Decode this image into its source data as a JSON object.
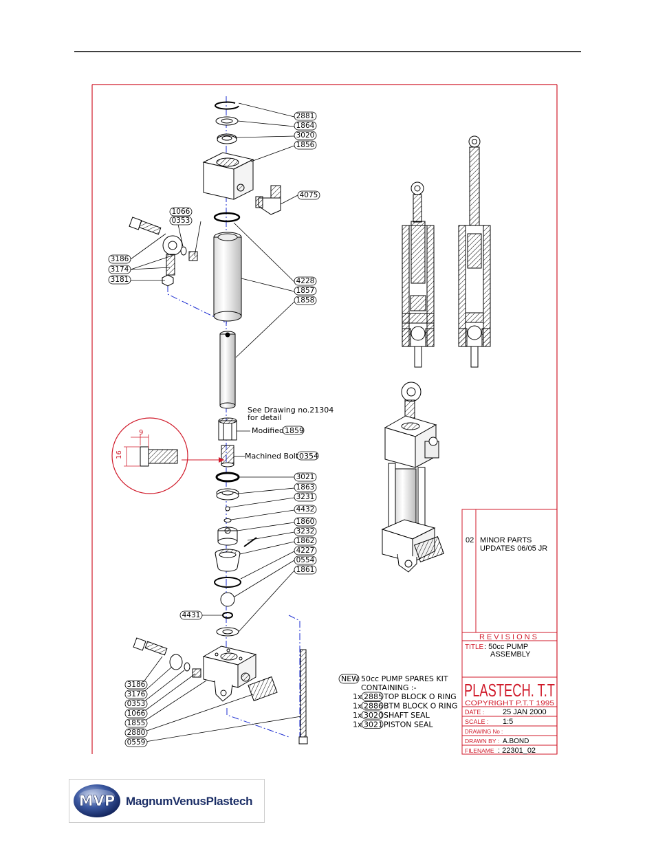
{
  "parts_left": [
    "2881",
    "1864",
    "3020",
    "1856",
    "4075",
    "1066",
    "0353",
    "3186",
    "3174",
    "3181",
    "4228",
    "1857",
    "1858"
  ],
  "note_see": [
    "See Drawing no.21304",
    "for detail"
  ],
  "note_modified": {
    "text": "Modified",
    "part": "1859"
  },
  "note_bolt": {
    "text": "Machined Bolt",
    "part": "0354"
  },
  "detail_dims": {
    "width": "9",
    "height": "16"
  },
  "parts_lower": [
    "3021",
    "1863",
    "3231",
    "4432",
    "1860",
    "3232",
    "1862",
    "4227",
    "0554",
    "1861"
  ],
  "part_4431": "4431",
  "parts_bottom_left": [
    "3186",
    "3176",
    "0353",
    "1066",
    "1855",
    "2880",
    "0559"
  ],
  "revisions": {
    "entry_no": "02",
    "entry_line1": "MINOR  PARTS",
    "entry_line2": "UPDATES  06/05  JR",
    "label": "REVISIONS"
  },
  "title_block": {
    "title_label": "TITLE",
    "title_line1": ": 50cc  PUMP",
    "title_line2": "ASSEMBLY",
    "company": "PLASTECH. T.T",
    "copyright": "COPYRIGHT  P.T.T  1995",
    "date_label": "DATE  :",
    "date_value": "25  JAN  2000",
    "scale_label": "SCALE  :",
    "scale_value": "1:5",
    "drawing_label": "DRAWING No :",
    "drawn_label": "DRAWN  BY  :",
    "drawn_value": "A.BOND",
    "filename_label": "FILENAME",
    "filename_value": ": 22301_02"
  },
  "spares_kit": {
    "badge": "NEW",
    "title": "50cc  PUMP  SPARES  KIT",
    "subtitle": "CONTAINING  :-",
    "items": [
      {
        "qty": "1x",
        "part": "2885",
        "desc": "TOP  BLOCK  O  RING"
      },
      {
        "qty": "1x",
        "part": "2886",
        "desc": "BTM  BLOCK  O  RING"
      },
      {
        "qty": "1x",
        "part": "3020",
        "desc": "SHAFT  SEAL"
      },
      {
        "qty": "1x",
        "part": "3021",
        "desc": "PISTON  SEAL"
      }
    ]
  },
  "logo": {
    "badge": "MVP",
    "wordmark": "MagnumVenusPlastech"
  },
  "colors": {
    "frame": "#d01a2a",
    "leader_blue": "#1a2bd0",
    "logo_navy": "#1b2e66"
  }
}
